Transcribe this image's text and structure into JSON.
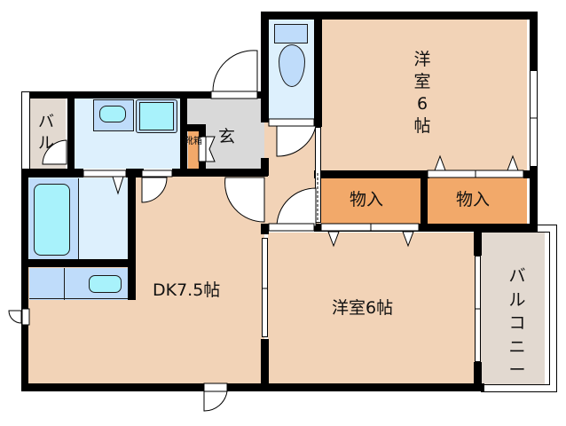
{
  "floor_plan": {
    "rooms": {
      "western_room_north": {
        "label": "洋室6帖",
        "lines": [
          "洋",
          "室",
          "6",
          "帖"
        ],
        "type": "洋室",
        "size_jo": 6
      },
      "western_room_south": {
        "label": "洋室6帖",
        "type": "洋室",
        "size_jo": 6
      },
      "dining_kitchen": {
        "label": "DK7.5帖",
        "type": "DK",
        "size_jo": 7.5
      },
      "entrance": {
        "label": "玄"
      },
      "shoe_box": {
        "label": "靴箱"
      },
      "closet_1": {
        "label": "物入"
      },
      "closet_2": {
        "label": "物入"
      },
      "balcony_east": {
        "label": "バルコニー"
      },
      "balcony_west": {
        "label": "バル"
      },
      "toilet": {
        "label": ""
      },
      "washroom": {
        "label": ""
      },
      "bathroom": {
        "label": ""
      }
    },
    "colors": {
      "wall": "#000000",
      "wood_floor": "#f2d3b7",
      "wet_area": "#ddf0fd",
      "entrance_tile": "#d9d9d9",
      "storage": "#f2a96a",
      "balcony": "#e2d9d0",
      "fixture_blue": "#bfdcfa",
      "fixture_cyan": "#a8f2fb"
    }
  }
}
